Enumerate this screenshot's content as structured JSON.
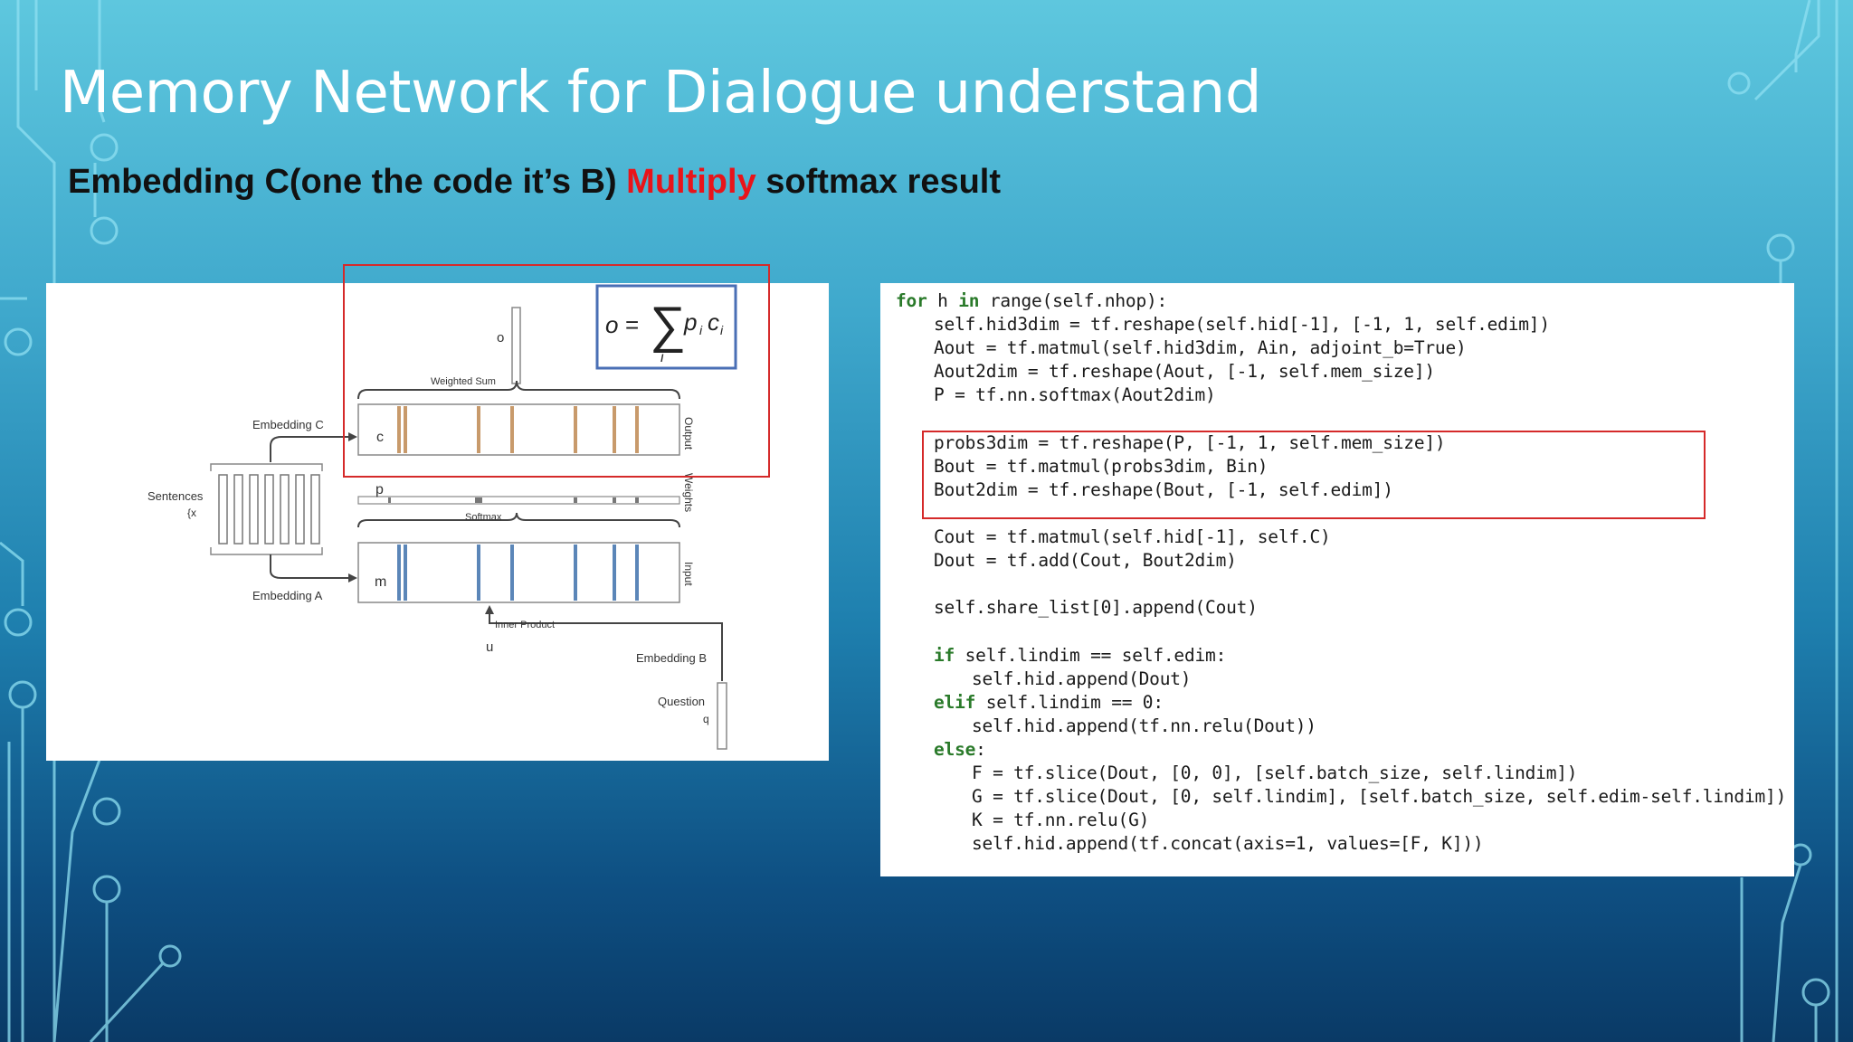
{
  "slide": {
    "title": "Memory Network for Dialogue understand",
    "subtitle_part1": "Embedding C(one the code it’s B) ",
    "subtitle_highlight": "Multiply",
    "subtitle_part2": " softmax result",
    "highlight_color": "#e8141a"
  },
  "diagram": {
    "formula_lhs": "o =",
    "formula_sum": "∑",
    "formula_sub": "i",
    "formula_term": "p",
    "formula_term2": "c",
    "label_o": "o",
    "label_weighted_sum": "Weighted Sum",
    "label_embedding_c": "Embedding C",
    "label_ci": "c",
    "label_output": "Output",
    "label_pi": "p",
    "label_weights": "Weights",
    "label_softmax": "Softmax",
    "label_sentences": "Sentences",
    "label_sentences_sub": "{x",
    "label_sentences_sub2": "}",
    "label_mi": "m",
    "label_input": "Input",
    "label_embedding_a": "Embedding A",
    "label_inner_product": "Inner Product",
    "label_u": "u",
    "label_embedding_b": "Embedding B",
    "label_question": "Question",
    "label_q": "q"
  },
  "code": {
    "lines": [
      {
        "kw": "for",
        "rest1": " h ",
        "kw2": "in",
        "rest2": " range(self.nhop):",
        "indent": 0
      },
      {
        "text": "self.hid3dim = tf.reshape(self.hid[-1], [-1, 1, self.edim])",
        "indent": 1
      },
      {
        "text": "Aout = tf.matmul(self.hid3dim, Ain, adjoint_b=True)",
        "indent": 1
      },
      {
        "text": "Aout2dim = tf.reshape(Aout, [-1, self.mem_size])",
        "indent": 1
      },
      {
        "text": "P = tf.nn.softmax(Aout2dim)",
        "indent": 1
      },
      {
        "text": "",
        "indent": 0
      },
      {
        "text": "probs3dim = tf.reshape(P, [-1, 1, self.mem_size])",
        "indent": 1
      },
      {
        "text": "Bout = tf.matmul(probs3dim, Bin)",
        "indent": 1
      },
      {
        "text": "Bout2dim = tf.reshape(Bout, [-1, self.edim])",
        "indent": 1
      },
      {
        "text": "",
        "indent": 0
      },
      {
        "text": "Cout = tf.matmul(self.hid[-1], self.C)",
        "indent": 1
      },
      {
        "text": "Dout = tf.add(Cout, Bout2dim)",
        "indent": 1
      },
      {
        "text": "",
        "indent": 0
      },
      {
        "text": "self.share_list[0].append(Cout)",
        "indent": 1
      },
      {
        "text": "",
        "indent": 0
      },
      {
        "kw": "if",
        "rest1": " self.lindim == self.edim:",
        "indent": 1
      },
      {
        "text": "self.hid.append(Dout)",
        "indent": 2
      },
      {
        "kw": "elif",
        "rest1": " self.lindim == 0:",
        "indent": 1
      },
      {
        "text": "self.hid.append(tf.nn.relu(Dout))",
        "indent": 2
      },
      {
        "kw": "else",
        "rest1": ":",
        "indent": 1
      },
      {
        "text": "F = tf.slice(Dout, [0, 0], [self.batch_size, self.lindim])",
        "indent": 2
      },
      {
        "text": "G = tf.slice(Dout, [0, self.lindim], [self.batch_size, self.edim-self.lindim])",
        "indent": 2
      },
      {
        "text": "K = tf.nn.relu(G)",
        "indent": 2
      },
      {
        "text": "self.hid.append(tf.concat(axis=1, values=[F, K]))",
        "indent": 2
      }
    ]
  }
}
